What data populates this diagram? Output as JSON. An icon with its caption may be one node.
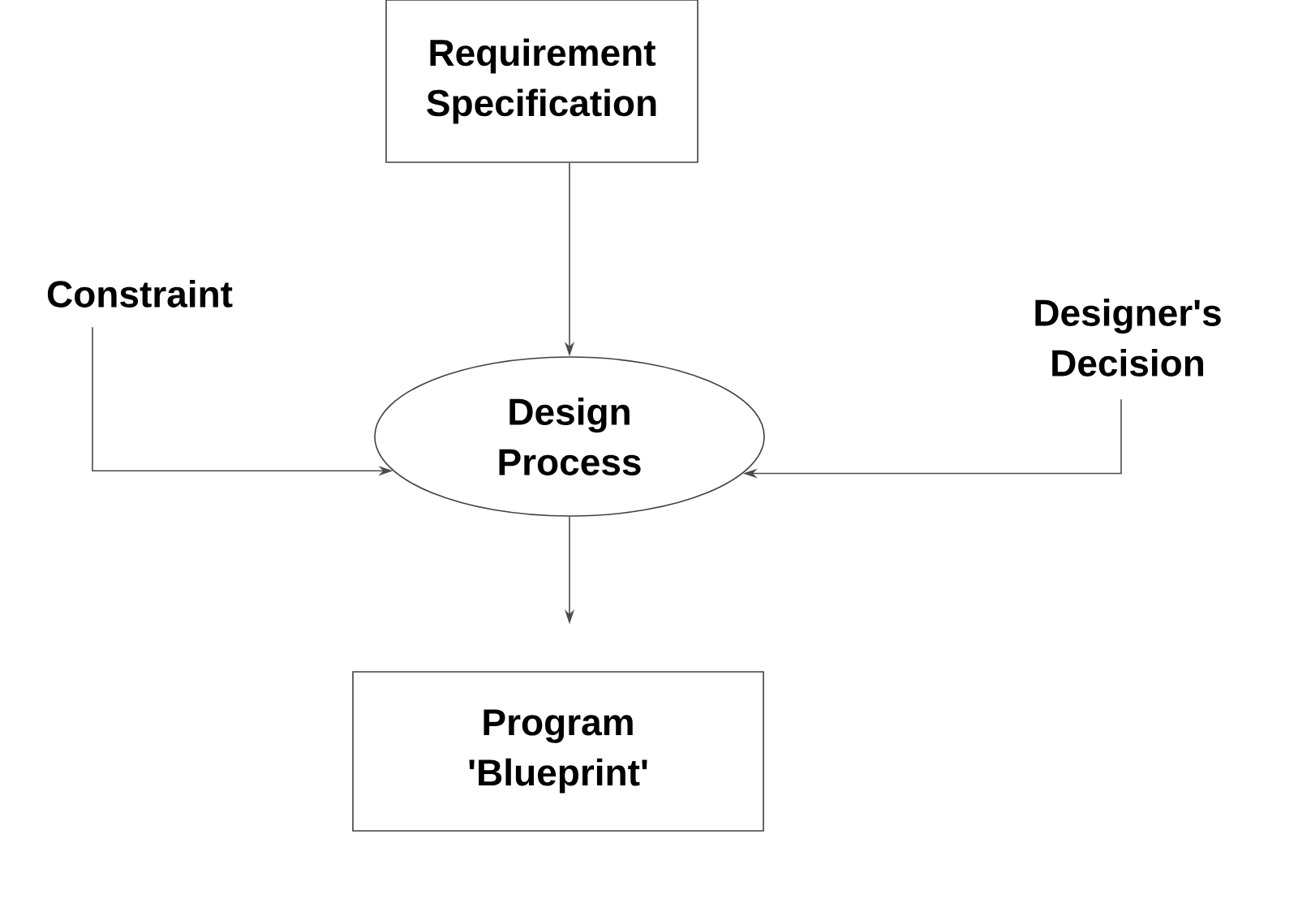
{
  "diagram": {
    "nodes": [
      {
        "text": [
          "Requirement Specification"
        ]
      },
      {
        "text": [
          "Constraint"
        ]
      },
      {
        "text": [
          "Design Process"
        ]
      },
      {
        "text": [
          "Designer's Decision"
        ]
      },
      {
        "text": [
          "Program 'Blueprint'"
        ]
      }
    ],
    "edges": [
      {
        "from": 0,
        "to": 2,
        "arrow": "to"
      },
      {
        "from": 1,
        "to": 2,
        "arrow": "to"
      },
      {
        "from": 3,
        "to": 2,
        "arrow": "to"
      },
      {
        "from": 2,
        "to": 4,
        "arrow": "to"
      }
    ]
  }
}
